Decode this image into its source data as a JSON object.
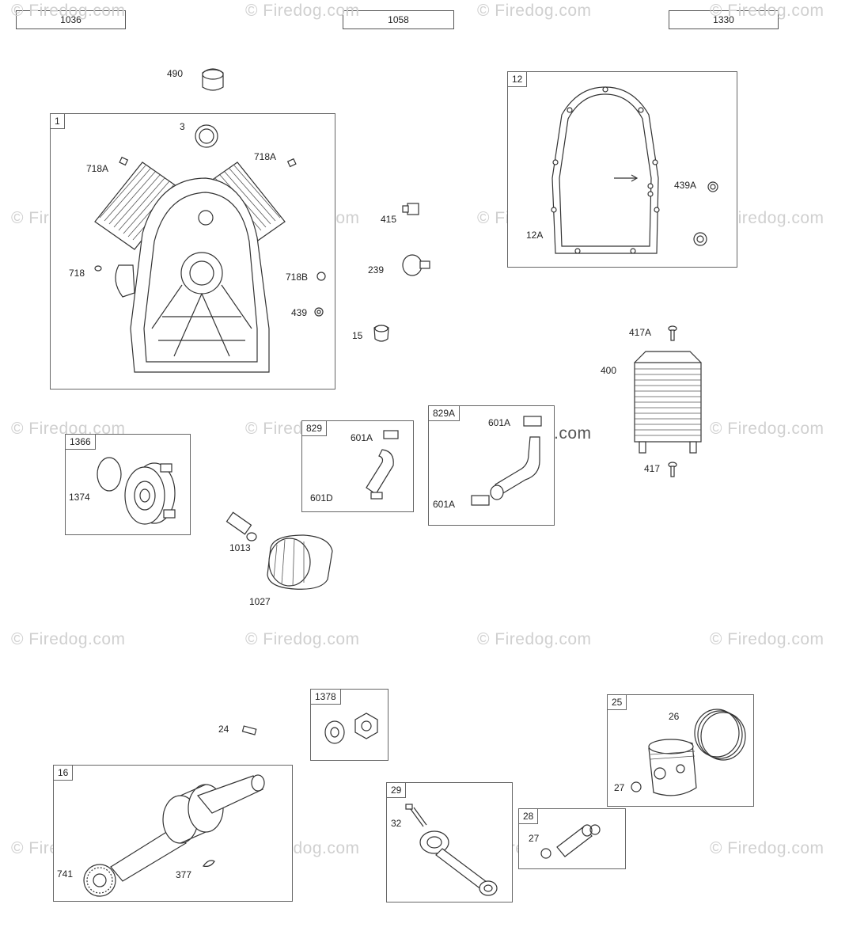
{
  "header_boxes": [
    "1036",
    "1058",
    "1330"
  ],
  "watermark": "© Firedog.com",
  "kits": {
    "k1": "1",
    "k12": "12",
    "k1366": "1366",
    "k829": "829",
    "k829A": "829A",
    "k1378": "1378",
    "k16": "16",
    "k29": "29",
    "k25": "25",
    "k28": "28"
  },
  "labels": {
    "l490": "490",
    "l3": "3",
    "l718A_left": "718A",
    "l718A_right": "718A",
    "l718": "718",
    "l718B": "718B",
    "l439": "439",
    "l415": "415",
    "l239": "239",
    "l15": "15",
    "l439A": "439A",
    "l12A": "12A",
    "l417A": "417A",
    "l400": "400",
    "l417": "417",
    "l1374": "1374",
    "l601A_829": "601A",
    "l601D": "601D",
    "l601A_829A": "601A",
    "l601A_829A_top": "601A",
    "l1013": "1013",
    "l1027": "1027",
    "l24": "24",
    "l741": "741",
    "l377": "377",
    "l32": "32",
    "l26": "26",
    "l27_piston": "27",
    "l27_pin": "27"
  }
}
